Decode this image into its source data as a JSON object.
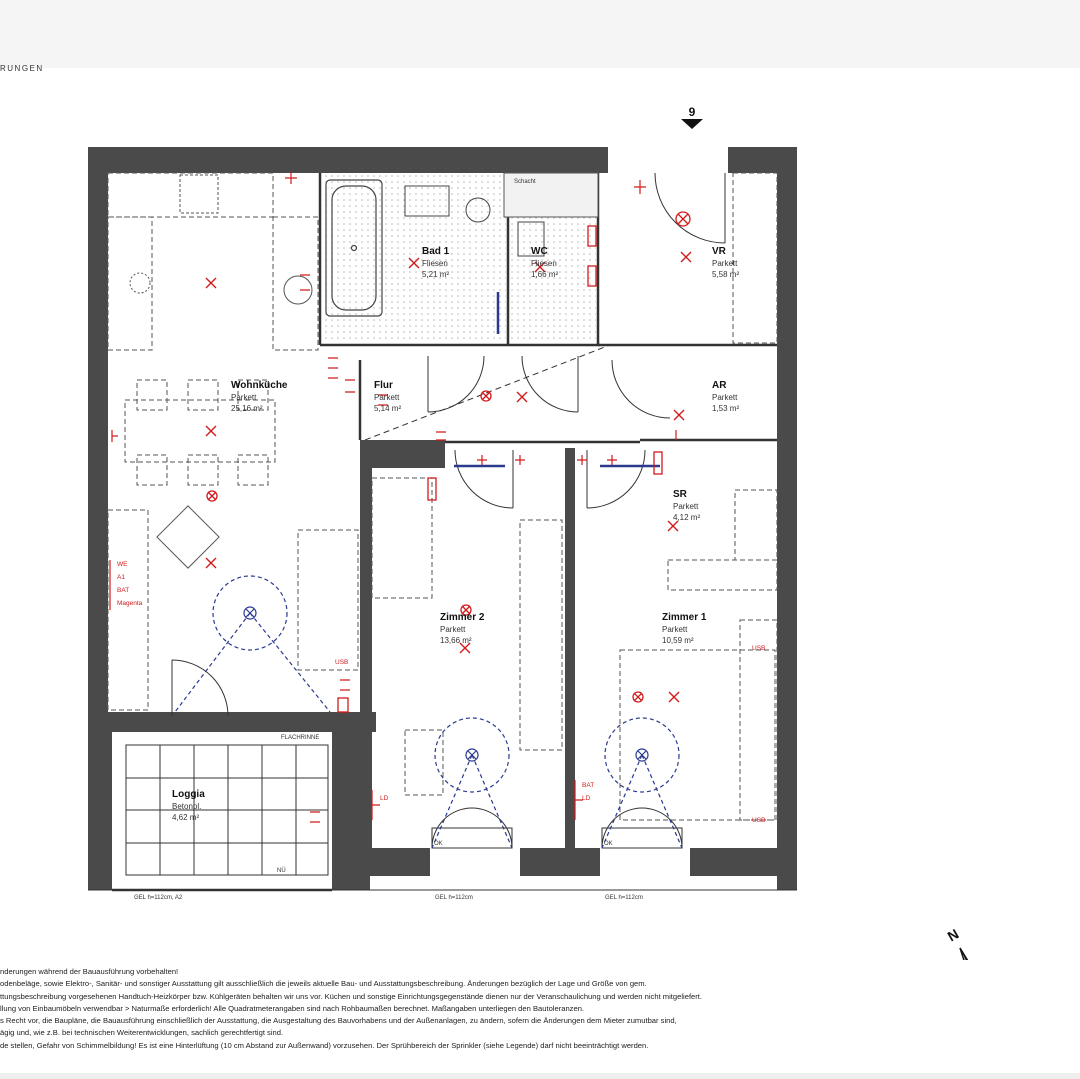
{
  "header": {
    "section_fragment": "RUNGEN"
  },
  "stair_marker": "9",
  "rooms": {
    "wohnkueche": {
      "name": "Wohnküche",
      "floor": "Parkett",
      "area": "25,16 m²"
    },
    "bad": {
      "name": "Bad 1",
      "floor": "Fliesen",
      "area": "5,21 m²"
    },
    "wc": {
      "name": "WC",
      "floor": "Fliesen",
      "area": "1,66 m²"
    },
    "vr": {
      "name": "VR",
      "floor": "Parkett",
      "area": "5,58 m²"
    },
    "flur": {
      "name": "Flur",
      "floor": "Parkett",
      "area": "5,14 m²"
    },
    "ar": {
      "name": "AR",
      "floor": "Parkett",
      "area": "1,53 m²"
    },
    "sr": {
      "name": "SR",
      "floor": "Parkett",
      "area": "4,12 m²"
    },
    "zimmer2": {
      "name": "Zimmer 2",
      "floor": "Parkett",
      "area": "13,66 m²"
    },
    "zimmer1": {
      "name": "Zimmer 1",
      "floor": "Parkett",
      "area": "10,59 m²"
    },
    "loggia": {
      "name": "Loggia",
      "floor": "Betonpl.",
      "area": "4,62 m²"
    }
  },
  "labels": {
    "schacht": "Schacht",
    "flachrinne": "FLACHRINNE",
    "nue": "NÜ",
    "usb": "USB",
    "ok": "OK",
    "ld": "LD",
    "bat": "BAT",
    "we": "WE",
    "a1": "A1",
    "magenta": "Magenta",
    "gel1": "GEL h=112cm, A2",
    "gel2": "GEL h=112cm",
    "gel3": "GEL h=112cm",
    "north": "N"
  },
  "notes": [
    "nderungen während der Bauausführung vorbehalten!",
    "odenbeläge, sowie Elektro-, Sanitär- und sonstiger Ausstattung gilt ausschließlich die jeweils aktuelle Bau- und Ausstattungsbeschreibung. Änderungen bezüglich der Lage und Größe von gem.",
    "ttungsbeschreibung vorgesehenen Handtuch-Heizkörper bzw. Kühlgeräten behalten wir uns vor. Küchen und sonstige Einrichtungsgegenstände dienen nur der Veranschaulichung und werden nicht mitgeliefert.",
    "llung von Einbaumöbeln verwendbar > Naturmaße erforderlich! Alle Quadratmeterangaben sind nach Rohbaumaßen berechnet. Maßangaben unterliegen den Bautoleranzen.",
    "s Recht vor, die Baupläne, die Bauausführung einschließlich der Ausstattung, die Ausgestaltung des Bauvorhabens und der Außenanlagen, zu ändern, sofern die Änderungen dem Mieter zumutbar sind,",
    "ägig und, wie z.B. bei technischen Weiterentwicklungen, sachlich gerechtfertigt sind.",
    "de stellen, Gefahr von Schimmelbildung! Es ist eine Hinterlüftung (10 cm Abstand zur Außenwand) vorzusehen. Der Sprühbereich der Sprinkler (siehe Legende) darf nicht beeinträchtigt werden."
  ],
  "colors": {
    "wall": "#4a4a4a",
    "symbol": "#d21a1a",
    "door_swing": "#2b3a8f",
    "furniture": "#555555"
  }
}
